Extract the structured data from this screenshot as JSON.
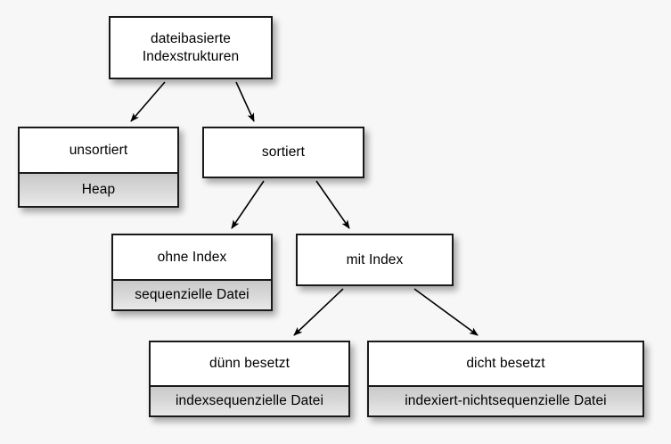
{
  "diagram": {
    "title_text": "dateibasierte Indexstrukturen",
    "background_color": "#f7f7f7",
    "border_color": "#1a1a1a",
    "node_fill": "#ffffff",
    "subnode_fill": "#d6d6d6",
    "text_color": "#000000",
    "nodes": [
      {
        "id": "root",
        "title_line1": "dateibasierte",
        "title_line2": "Indexstrukturen",
        "sub": ""
      },
      {
        "id": "unsortiert",
        "title": "unsortiert",
        "sub": "Heap"
      },
      {
        "id": "sortiert",
        "title": "sortiert",
        "sub": ""
      },
      {
        "id": "ohne-index",
        "title": "ohne Index",
        "sub": "sequenzielle Datei"
      },
      {
        "id": "mit-index",
        "title": "mit Index",
        "sub": ""
      },
      {
        "id": "duenn-besetzt",
        "title": "dünn besetzt",
        "sub": "indexsequenzielle Datei"
      },
      {
        "id": "dicht-besetzt",
        "title": "dicht besetzt",
        "sub": "indexiert-nichtsequenzielle Datei"
      }
    ],
    "edges": [
      {
        "from": "root",
        "to": "unsortiert"
      },
      {
        "from": "root",
        "to": "sortiert"
      },
      {
        "from": "sortiert",
        "to": "ohne-index"
      },
      {
        "from": "sortiert",
        "to": "mit-index"
      },
      {
        "from": "mit-index",
        "to": "duenn-besetzt"
      },
      {
        "from": "mit-index",
        "to": "dicht-besetzt"
      }
    ]
  }
}
